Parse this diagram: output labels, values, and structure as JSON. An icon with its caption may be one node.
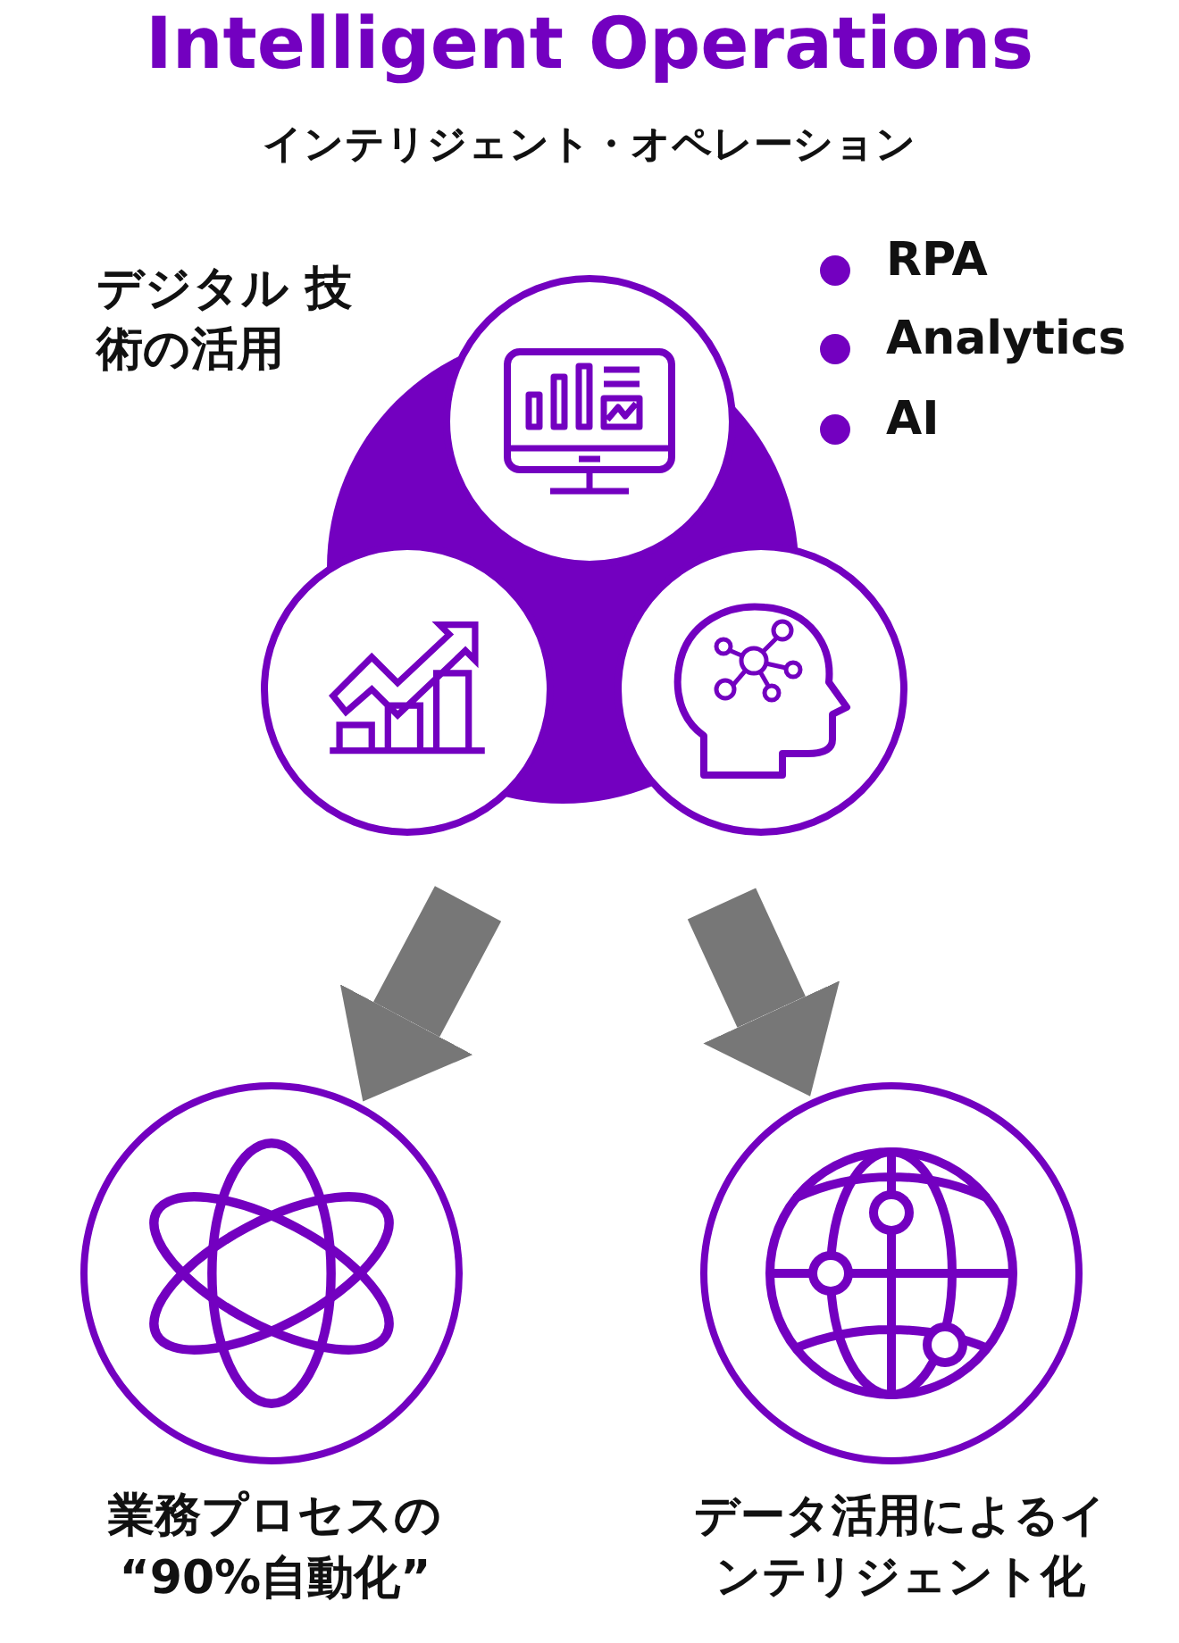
{
  "diagram": {
    "title": "Intelligent Operations",
    "nodes": [
      {
        "text": [],
        "shape": "circle"
      },
      {
        "text": [],
        "shape": "circle"
      },
      {
        "text": [],
        "shape": "circle"
      },
      {
        "text": [
          "業務プロセスの“90%自動化”"
        ]
      },
      {
        "text": [
          "データ活用によるインテリジェント化"
        ]
      }
    ],
    "edges": [
      {
        "from": 1,
        "to": 3,
        "arrow": "to"
      },
      {
        "from": 2,
        "to": 4,
        "arrow": "to"
      }
    ],
    "labels": [
      "インテリジェント・オペレーション",
      "デジタル 技術の活用",
      "RPA",
      "Analytics",
      "AI"
    ]
  }
}
